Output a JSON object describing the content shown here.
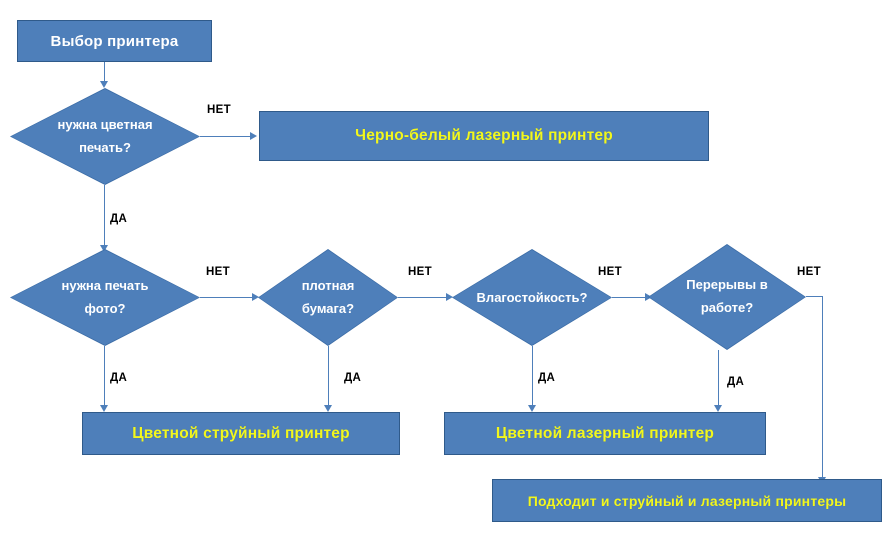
{
  "diagram": {
    "title_node": {
      "label": "Выбор принтера"
    },
    "decisions": [
      {
        "id": "color-print",
        "line1": "нужна цветная",
        "line2": "печать?"
      },
      {
        "id": "photo-print",
        "line1": "нужна печать",
        "line2": "фото?"
      },
      {
        "id": "thick-paper",
        "line1": "плотная",
        "line2": "бумага?"
      },
      {
        "id": "water-resistance",
        "line1": "Влагостойкость?",
        "line2": ""
      },
      {
        "id": "work-breaks",
        "line1": "Перерывы в",
        "line2": "работе?"
      }
    ],
    "results": [
      {
        "id": "bw-laser",
        "label": "Черно-белый лазерный принтер"
      },
      {
        "id": "color-inkjet",
        "label": "Цветной струйный принтер"
      },
      {
        "id": "color-laser",
        "label": "Цветной лазерный принтер"
      },
      {
        "id": "both-ok",
        "label": "Подходит и струйный и лазерный принтеры"
      }
    ],
    "edge_labels": {
      "no": "НЕТ",
      "yes": "ДА"
    },
    "edges": [
      {
        "from": "color-print",
        "to": "bw-laser",
        "label": "НЕТ"
      },
      {
        "from": "color-print",
        "to": "photo-print",
        "label": "ДА"
      },
      {
        "from": "photo-print",
        "to": "thick-paper",
        "label": "НЕТ"
      },
      {
        "from": "photo-print",
        "to": "color-inkjet",
        "label": "ДА"
      },
      {
        "from": "thick-paper",
        "to": "water-resistance",
        "label": "НЕТ"
      },
      {
        "from": "thick-paper",
        "to": "color-inkjet",
        "label": "ДА"
      },
      {
        "from": "water-resistance",
        "to": "work-breaks",
        "label": "НЕТ"
      },
      {
        "from": "water-resistance",
        "to": "color-laser",
        "label": "ДА"
      },
      {
        "from": "work-breaks",
        "to": "both-ok",
        "label": "НЕТ"
      },
      {
        "from": "work-breaks",
        "to": "color-laser",
        "label": "ДА"
      }
    ],
    "colors": {
      "shape_fill": "#4e7fba",
      "shape_border": "#2f5a8a",
      "connector": "#4e7fba",
      "result_text": "#f2f71d",
      "node_text": "#ffffff",
      "edge_label_text": "#000000",
      "background": "#ffffff"
    }
  }
}
